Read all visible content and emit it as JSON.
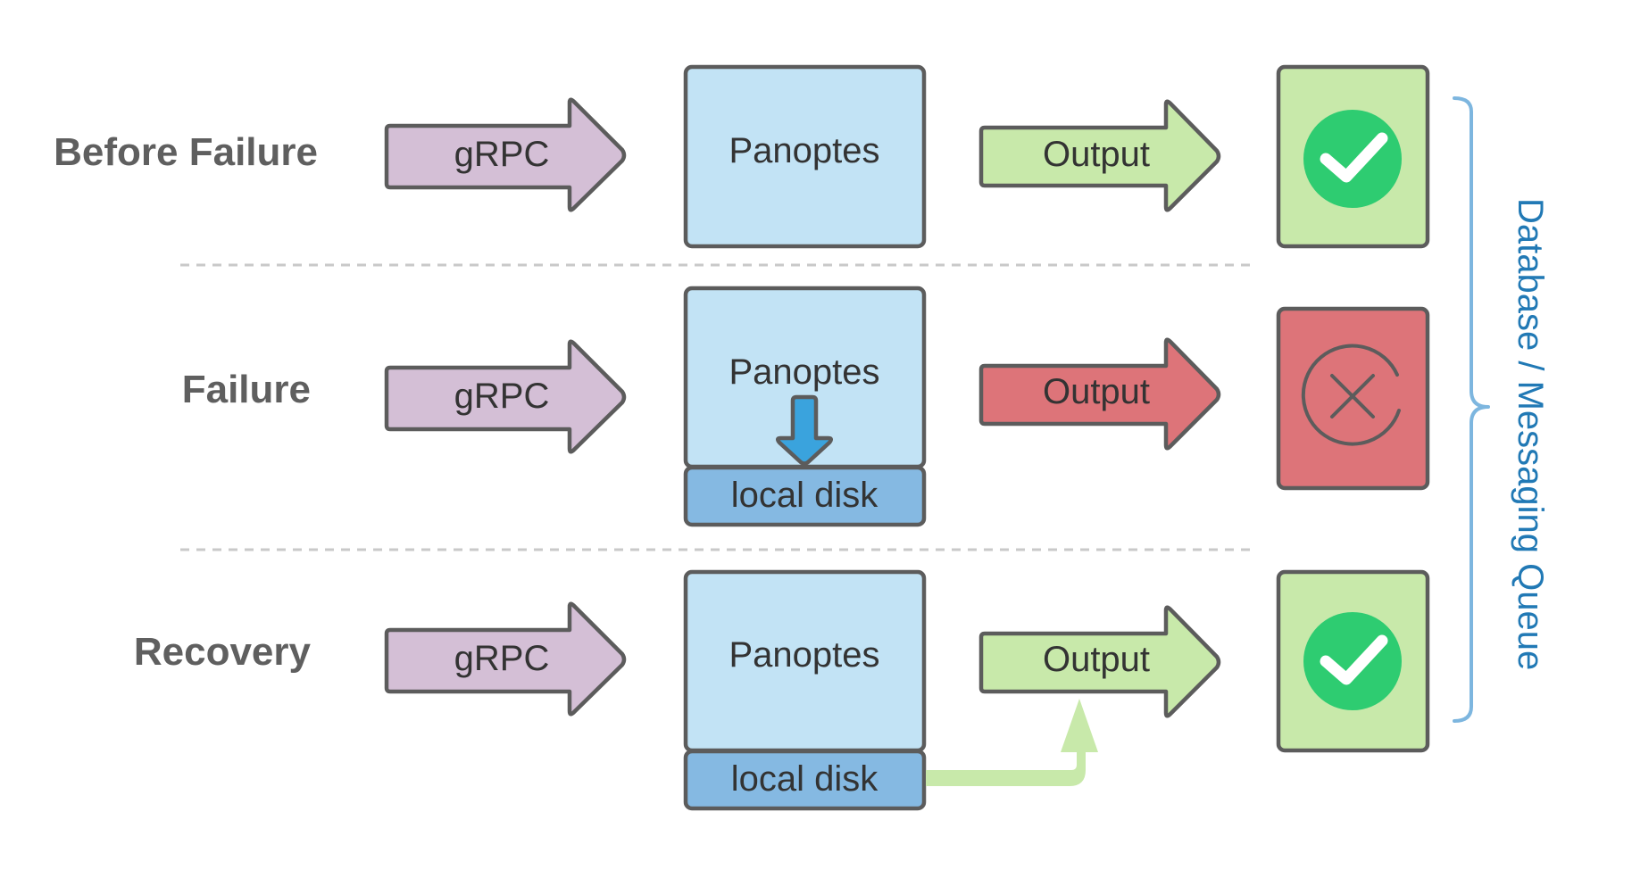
{
  "colors": {
    "grpc": "#d4bfd6",
    "service_box": "#c2e3f5",
    "output_ok": "#c8e9aa",
    "output_fail": "#dd7479",
    "disk": "#85b9e2",
    "status_ok_bg": "#c8e9aa",
    "status_fail_bg": "#dd7479",
    "check_circle": "#2ecc71",
    "down_arrow": "#3aa3dd",
    "recovery_arrow": "#c8e9aa",
    "brace": "#7db6df",
    "side_label": "#2179b5",
    "divider": "#c9c9c9"
  },
  "rows": [
    {
      "label": "Before Failure",
      "input_label": "gRPC",
      "service_label": "Panoptes",
      "output_label": "Output",
      "output_state": "ok",
      "status_icon": "check-circle-icon"
    },
    {
      "label": "Failure",
      "input_label": "gRPC",
      "service_label": "Panoptes",
      "disk_label": "local disk",
      "output_label": "Output",
      "output_state": "fail",
      "status_icon": "x-circle-icon"
    },
    {
      "label": "Recovery",
      "input_label": "gRPC",
      "service_label": "Panoptes",
      "disk_label": "local disk",
      "output_label": "Output",
      "output_state": "ok",
      "status_icon": "check-circle-icon"
    }
  ],
  "side_label": "Database / Messaging Queue"
}
